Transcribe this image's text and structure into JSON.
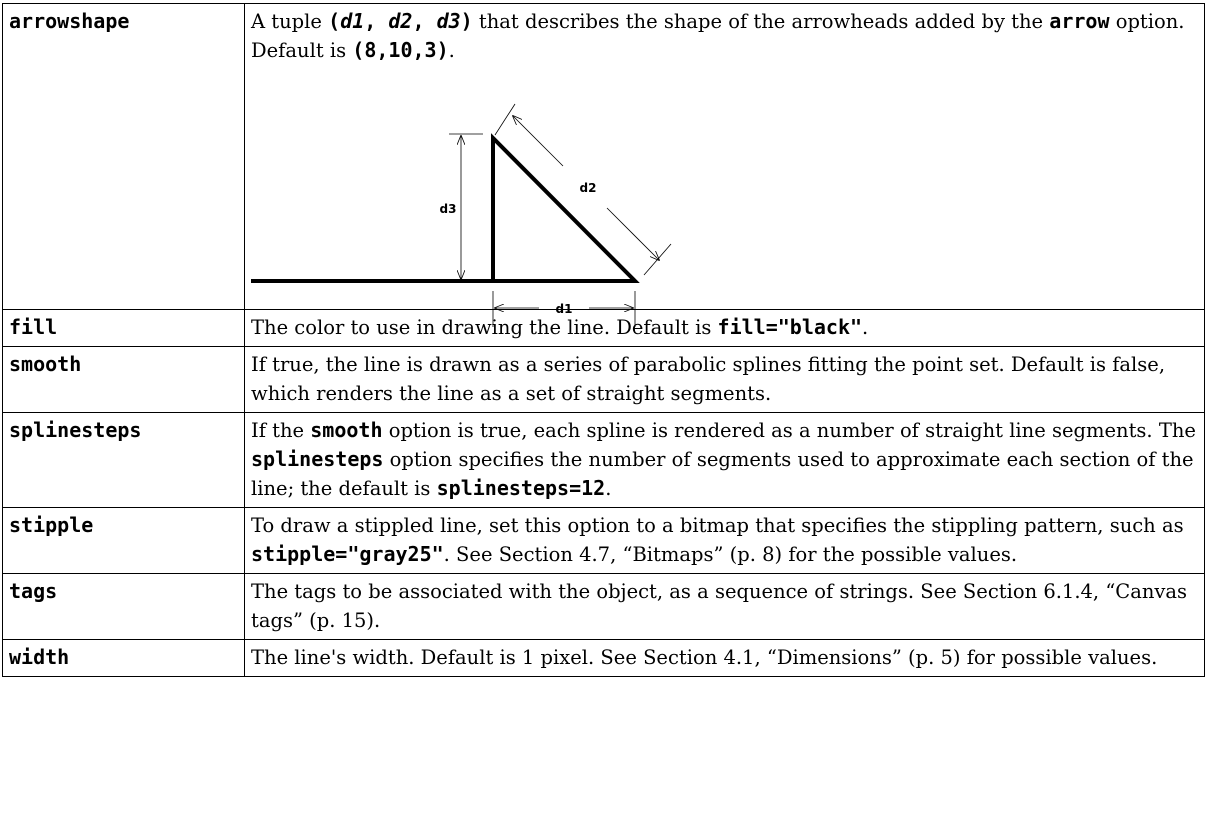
{
  "rows": [
    {
      "name": "arrowshape",
      "desc": {
        "p1": "A tuple ",
        "tuple_open": "(",
        "d1": "d1",
        "sep1": ", ",
        "d2": "d2",
        "sep2": ", ",
        "d3": "d3",
        "tuple_close": ")",
        "p2": " that describes the shape of the arrowheads added by the ",
        "code_arrow": "arrow",
        "p3": " option. Default is ",
        "code_default": "(8,10,3)",
        "p4": "."
      },
      "diagram": {
        "label_d1": "d1",
        "label_d2": "d2",
        "label_d3": "d3"
      }
    },
    {
      "name": "fill",
      "desc": {
        "p1": "The color to use in drawing the line. Default is ",
        "code1": "fill=\"black\"",
        "p2": "."
      }
    },
    {
      "name": "smooth",
      "desc": {
        "p1": "If true, the line is drawn as a series of parabolic splines fitting the point set. Default is false, which renders the line as a set of straight segments."
      }
    },
    {
      "name": "splinesteps",
      "desc": {
        "p1": "If the ",
        "code1": "smooth",
        "p2": " option is true, each spline is rendered as a number of straight line segments. The ",
        "code2": "splinesteps",
        "p3": " option specifies the number of segments used to approximate each section of the line; the default is ",
        "code3": "splinesteps=12",
        "p4": "."
      }
    },
    {
      "name": "stipple",
      "desc": {
        "p1": "To draw a stippled line, set this option to a bitmap that specifies the stippling pattern, such as ",
        "code1": "stipple=\"gray25\"",
        "p2": ". See Section 4.7, “Bitmaps” (p. 8) for the possible values."
      }
    },
    {
      "name": "tags",
      "desc": {
        "p1": "The tags to be associated with the object, as a sequence of strings. See Section 6.1.4, “Canvas tags” (p. 15)."
      }
    },
    {
      "name": "width",
      "desc": {
        "p1": "The line's width. Default is 1 pixel. See Section 4.1, “Dimensions” (p. 5) for possible values."
      }
    }
  ]
}
